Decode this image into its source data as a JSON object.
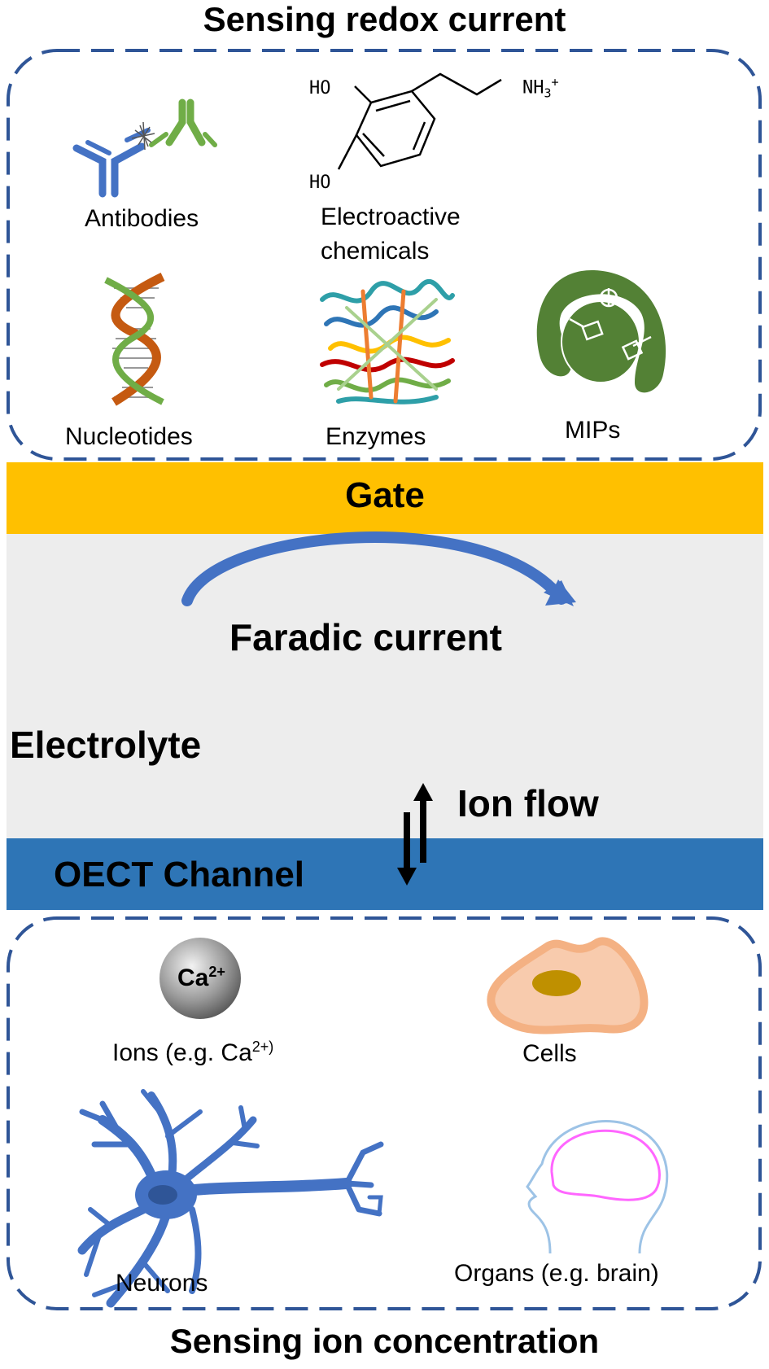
{
  "top_title": "Sensing redox current",
  "bottom_title": "Sensing ion concentration",
  "top_targets": {
    "antibodies": "Antibodies",
    "electroactive": "Electroactive\nchemicals",
    "nucleotides": "Nucleotides",
    "enzymes": "Enzymes",
    "mips": "MIPs"
  },
  "molecule": {
    "ho_top": "HO",
    "ho_bottom": "HO",
    "amine": "NH",
    "amine_sub": "3",
    "amine_sup": "+"
  },
  "layers": {
    "gate": "Gate",
    "faradic": "Faradic current",
    "electrolyte": "Electrolyte",
    "ion_flow": "Ion flow",
    "channel": "OECT Channel"
  },
  "bottom_targets": {
    "ion_badge": "Ca",
    "ion_badge_sup": "2+",
    "ions": "Ions (e.g. Ca",
    "ions_sup": "2+)",
    "cells": "Cells",
    "neurons": "Neurons",
    "organs": "Organs (e.g. brain)"
  },
  "colors": {
    "gate": "#FFC000",
    "electrolyte": "#EDEDED",
    "channel": "#2E75B6",
    "dash_border": "#2F5597",
    "arrow": "#4472C4",
    "mip_green": "#538135",
    "neuron_blue": "#4472C4",
    "cell_orange": "#F4B183",
    "cell_nucleus": "#BF9000"
  }
}
